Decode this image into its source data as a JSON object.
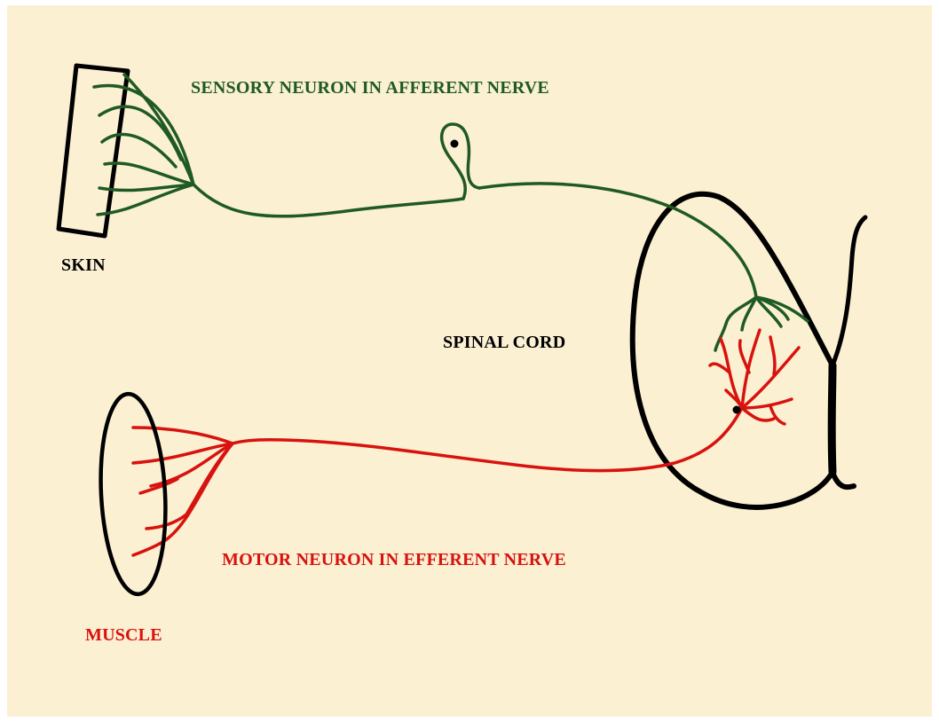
{
  "labels": {
    "sensory_neuron": "SENSORY NEURON IN AFFERENT NERVE",
    "skin": "SKIN",
    "spinal_cord": "SPINAL CORD",
    "motor_neuron": "MOTOR NEURON IN EFFERENT NERVE",
    "muscle": "MUSCLE"
  },
  "colors": {
    "background": "#fbf0d2",
    "sensory": "#1f5a23",
    "motor": "#d8120e",
    "outline": "#000000"
  }
}
